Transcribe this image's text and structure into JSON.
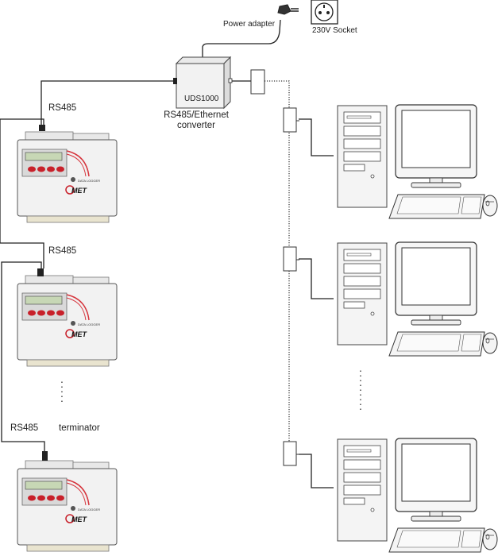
{
  "labels": {
    "power_adapter": "Power adapter",
    "socket": "230V  Socket",
    "converter_name": "UDS1000",
    "converter_desc_line1": "RS485/Ethernet",
    "converter_desc_line2": "converter",
    "rs485_1": "RS485",
    "rs485_2": "RS485",
    "rs485_3": "RS485",
    "terminator": "terminator"
  },
  "logger": {
    "brand": "COMET",
    "badge": "DATA LOGGER"
  },
  "colors": {
    "device_body": "#f2f2f2",
    "device_border": "#555555",
    "logger_button": "#c8202a",
    "logger_accent": "#d6343c",
    "lcd": "#c7d7b5",
    "wire": "#222222"
  },
  "icons": [
    "power-plug-icon",
    "wall-socket-icon",
    "computer-tower-icon",
    "monitor-icon",
    "keyboard-icon",
    "mouse-icon",
    "ethernet-connector-icon"
  ]
}
